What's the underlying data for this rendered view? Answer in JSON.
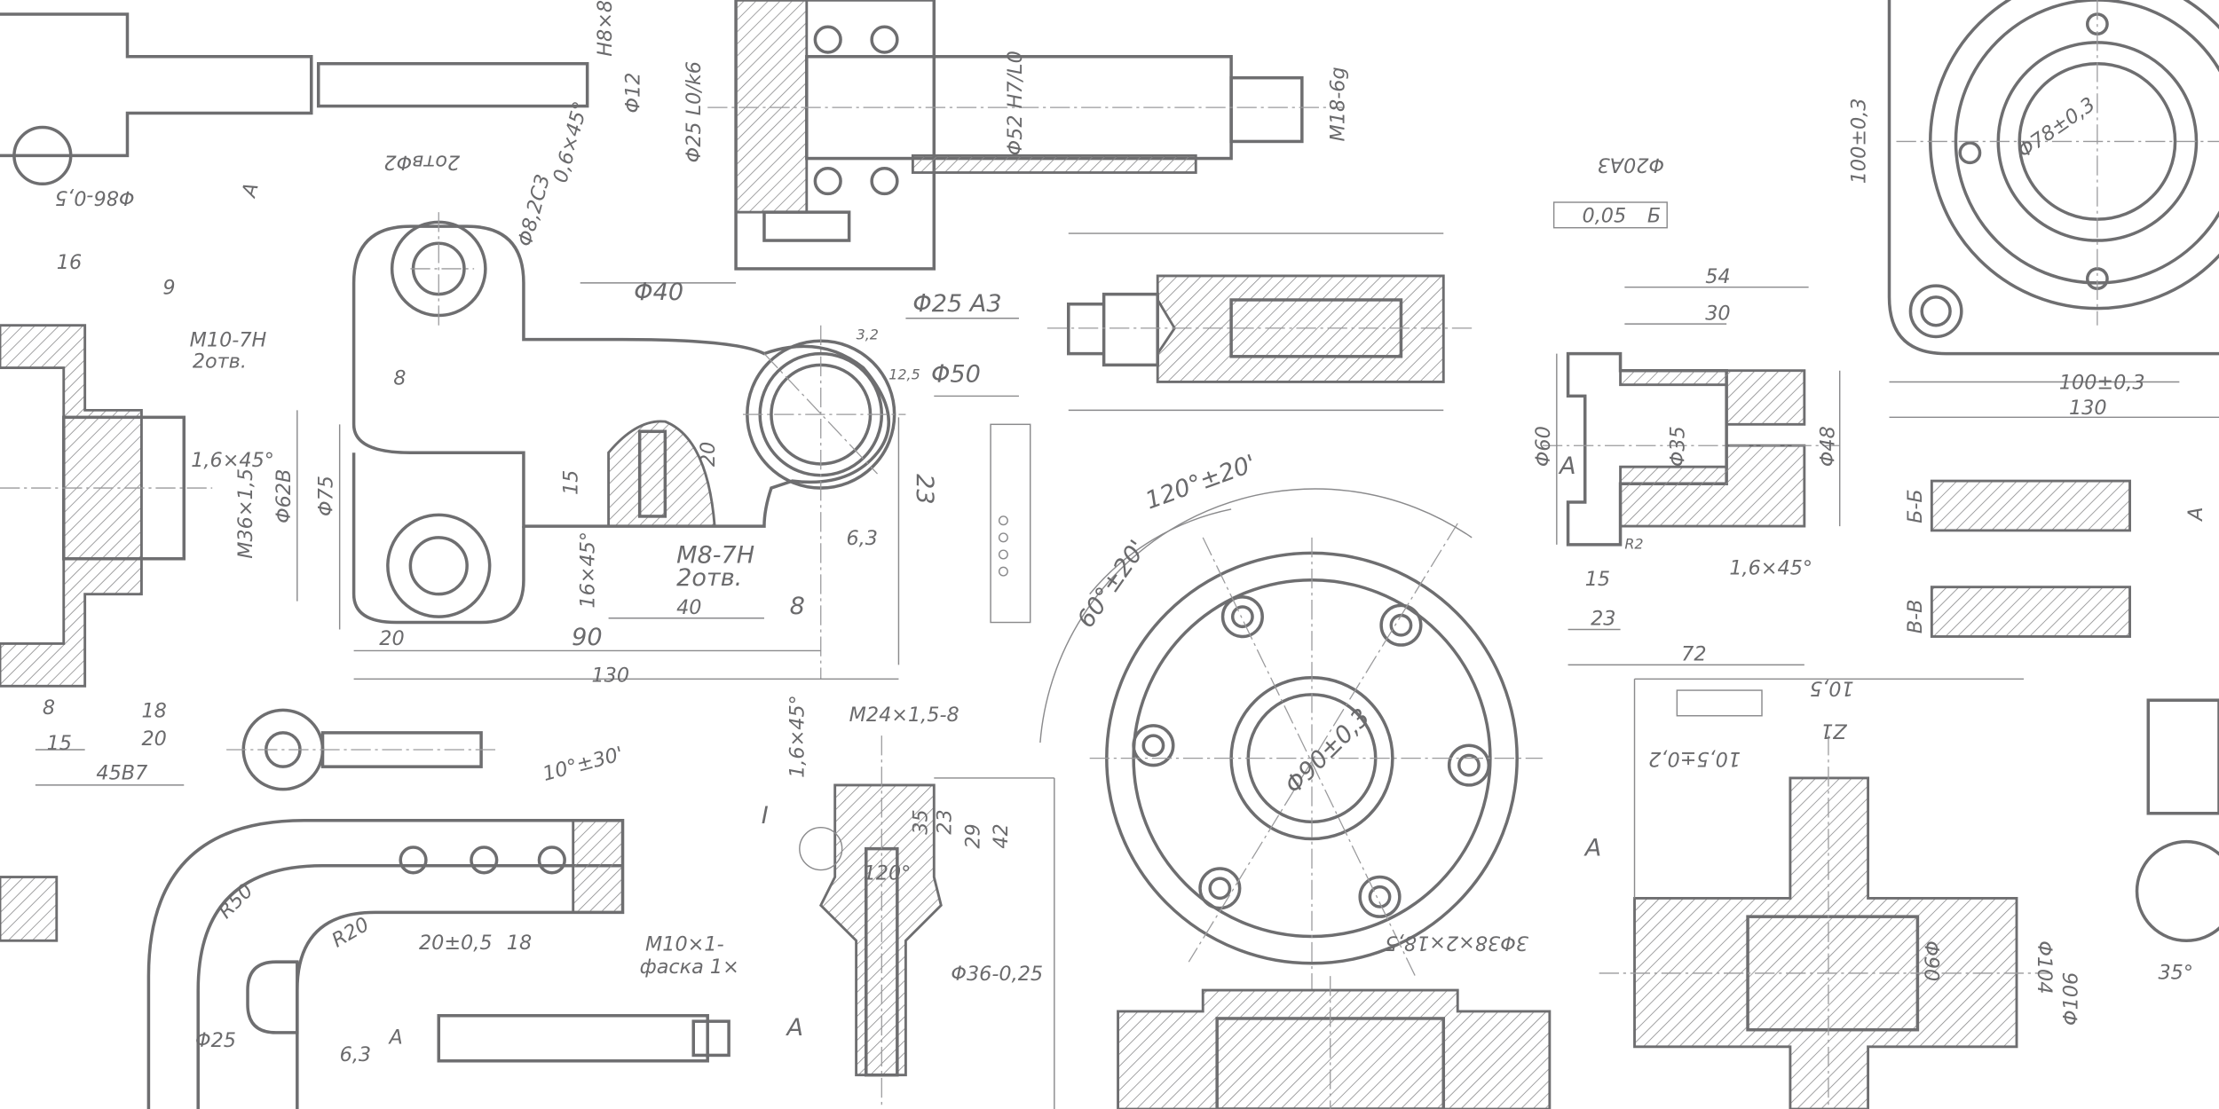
{
  "drawing": {
    "line_color": "#6e6e70",
    "background": "#ffffff",
    "lever": {
      "labels": [
        "Φ40",
        "Φ25 A3",
        "3,2",
        "12,5",
        "Φ50",
        "23",
        "20",
        "15",
        "M8-7H",
        "2отв.",
        "40",
        "8",
        "90",
        "130",
        "20",
        "6,3",
        "16×45°",
        "8",
        "Φ8,2C3",
        "0,6×45°",
        "2отвΦ2",
        "A"
      ]
    },
    "flange": {
      "labels": [
        "120°±20'",
        "60°±20'",
        "Φ90±0,3",
        "3Φ38×2×18,5"
      ]
    },
    "bracket": {
      "labels": [
        "54",
        "30",
        "Φ35",
        "Φ60",
        "Φ48",
        "A",
        "R2",
        "1,6×45°",
        "15",
        "23",
        "72",
        "0,05",
        "Б"
      ]
    },
    "top_right_flange": {
      "labels": [
        "Φ78±0,3",
        "100±0,3",
        "130",
        "100±0,3",
        "Б-Б",
        "В-В",
        "A"
      ]
    },
    "left_column": {
      "labels": [
        "16",
        "9",
        "M10-7H",
        "2отв.",
        "1,6×45°",
        "Φ62B",
        "M36×1,5",
        "Φ75",
        "15",
        "20",
        "18",
        "45B7",
        "8",
        "Φ86-0,5"
      ]
    },
    "elbow": {
      "labels": [
        "R50",
        "R20",
        "Φ25",
        "20±0,5",
        "18",
        "10°±30'",
        "M10×1-",
        "фаска 1×",
        "6,3",
        "A"
      ]
    },
    "nozzle": {
      "labels": [
        "M24×1,5-8",
        "1,6×45°",
        "120°",
        "35",
        "23",
        "29",
        "42",
        "Φ36-0,25",
        "I",
        "A"
      ]
    },
    "shaft": {
      "labels": [
        "Φ25 L0/k6",
        "Φ52 H7/L0",
        "M18-6g",
        "Φ20A3",
        "Φ12",
        "H8×8"
      ]
    },
    "right_part": {
      "labels": [
        "10,5",
        "10,5±0,2",
        "Z1",
        "Φ104",
        "Φ90",
        "Φ106",
        "35°",
        "A"
      ]
    }
  }
}
